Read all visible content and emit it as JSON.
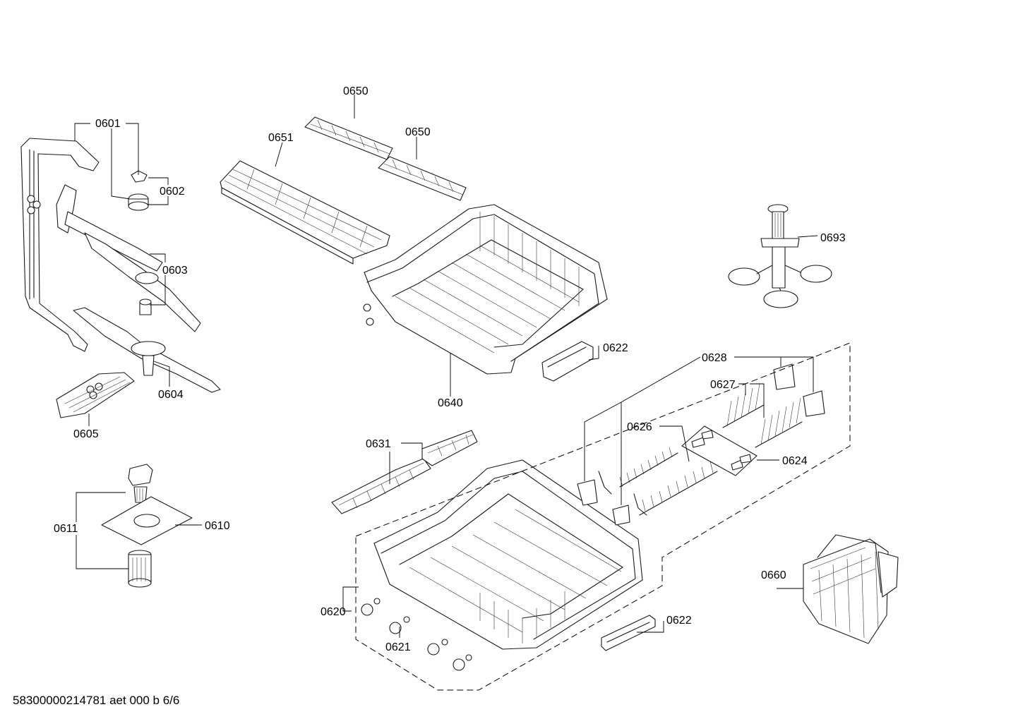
{
  "labels": {
    "p0601": "0601",
    "p0602": "0602",
    "p0603": "0603",
    "p0604": "0604",
    "p0605": "0605",
    "p0610": "0610",
    "p0611": "0611",
    "p0620": "0620",
    "p0621": "0621",
    "p0622_upper": "0622",
    "p0622_lower": "0622",
    "p0624": "0624",
    "p0626": "0626",
    "p0627": "0627",
    "p0628": "0628",
    "p0631": "0631",
    "p0640": "0640",
    "p0650_left": "0650",
    "p0650_right": "0650",
    "p0651": "0651",
    "p0660": "0660",
    "p0693": "0693"
  },
  "footer": "58300000214781 aet 000 b 6/6"
}
